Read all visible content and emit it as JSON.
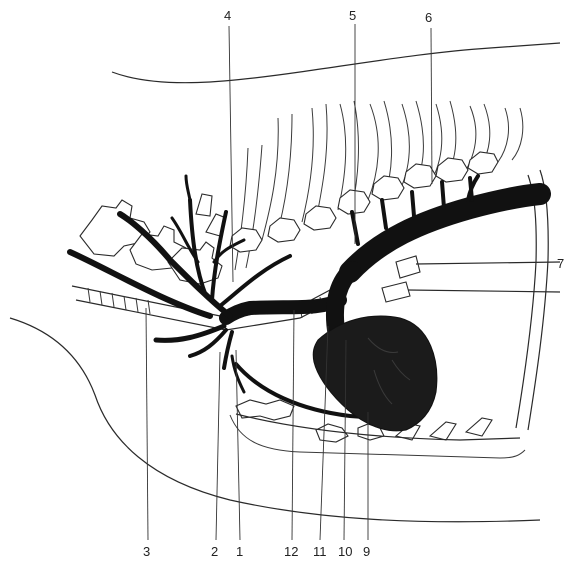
{
  "labels": {
    "l1": "1",
    "l2": "2",
    "l3": "3",
    "l4": "4",
    "l5": "5",
    "l6": "6",
    "l7": "7",
    "l9": "9",
    "l10": "10",
    "l11": "11",
    "l12": "12"
  }
}
